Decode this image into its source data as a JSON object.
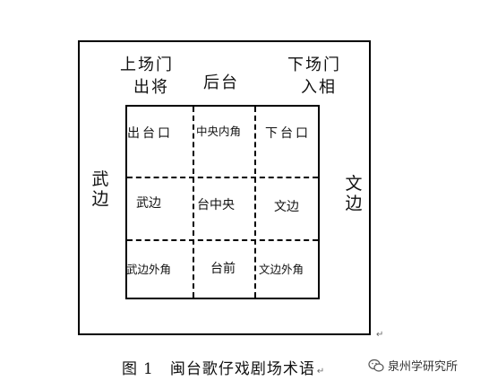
{
  "diagram": {
    "top_left_line1": "上场门",
    "top_left_line2": "出将",
    "top_center": "后台",
    "top_right_line1": "下场门",
    "top_right_line2": "入相",
    "left_side": [
      "武",
      "边"
    ],
    "right_side": [
      "文",
      "边"
    ],
    "cells": [
      "出台口",
      "中央内角",
      "下台口",
      "武边",
      "台中央",
      "文边",
      "武边外角",
      "台前",
      "文边外角"
    ]
  },
  "caption": {
    "figure_label": "图",
    "figure_number": "1",
    "text": "闽台歌仔戏剧场术语"
  },
  "watermark": {
    "text": "泉州学研究所",
    "icon": "wechat-icon"
  },
  "colors": {
    "line": "#000000",
    "background": "#ffffff",
    "watermark": "#333333"
  }
}
